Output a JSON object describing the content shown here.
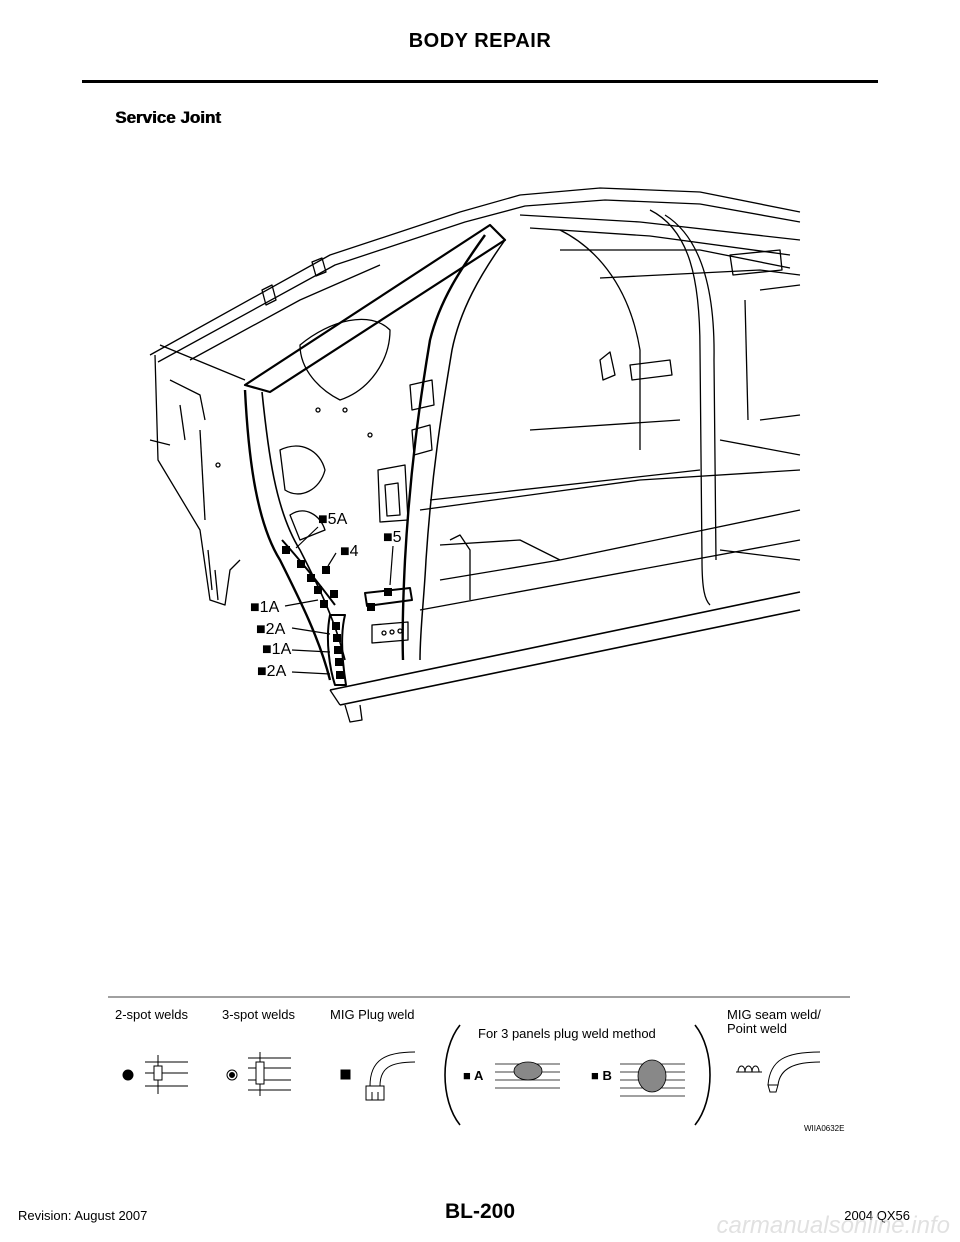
{
  "header": {
    "title": "BODY REPAIR"
  },
  "section": {
    "title": "Service Joint"
  },
  "figure": {
    "callouts": [
      {
        "id": "5A",
        "label": "■5A"
      },
      {
        "id": "4",
        "label": "■4"
      },
      {
        "id": "5",
        "label": "■5"
      },
      {
        "id": "1A_upper",
        "label": "■1A"
      },
      {
        "id": "2A_upper",
        "label": "■2A"
      },
      {
        "id": "1A_lower",
        "label": "■1A"
      },
      {
        "id": "2A_lower",
        "label": "■2A"
      }
    ],
    "legend": {
      "two_spot": "2-spot welds",
      "three_spot": "3-spot welds",
      "mig_plug": "MIG Plug weld",
      "three_panel": "For 3 panels plug weld method",
      "method_a": "■ A",
      "method_b": "■ B",
      "mig_seam_line1": "MIG seam weld/",
      "mig_seam_line2": "Point weld"
    },
    "figure_id": "WIIA0632E"
  },
  "footer": {
    "revision": "Revision: August 2007",
    "page": "BL-200",
    "model": "2004 QX56",
    "watermark": "carmanualsonline.info"
  }
}
